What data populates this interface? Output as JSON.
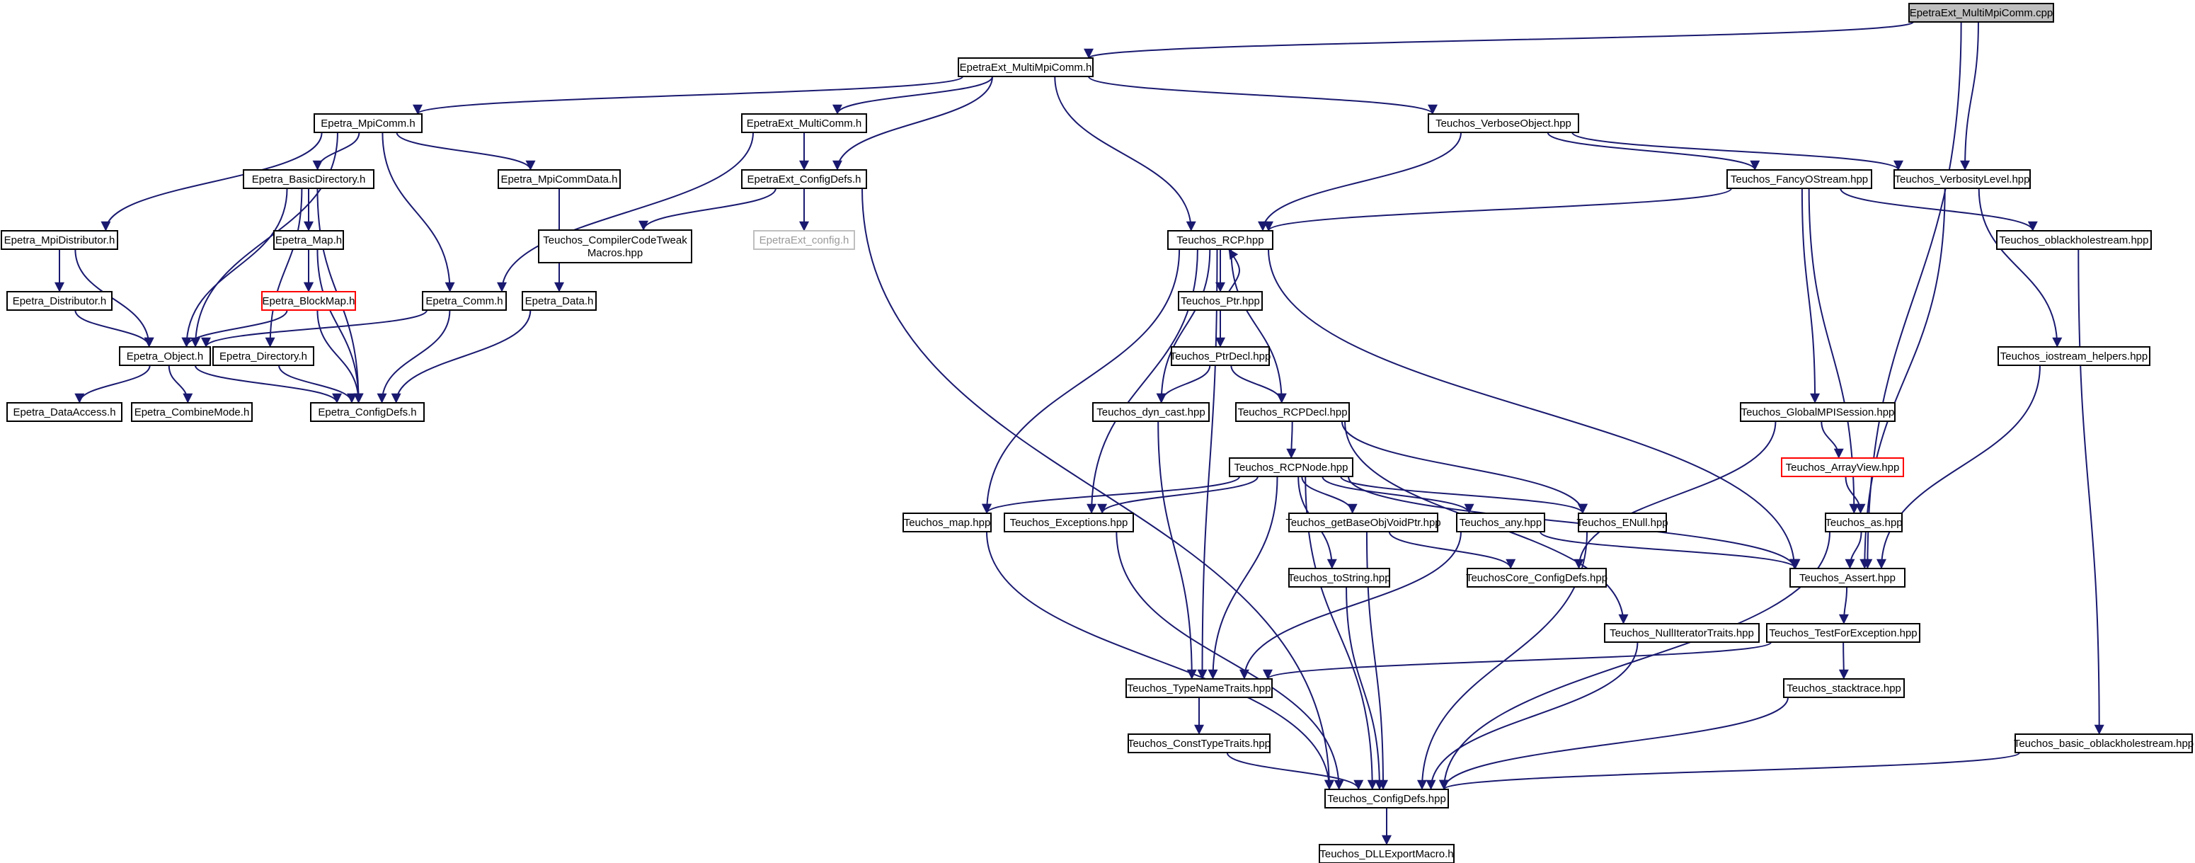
{
  "graph": {
    "title": "",
    "edge_color": "#191970",
    "incomplete_border_color": "#ff0000",
    "external_text_color": "#9a9a9a",
    "root_fill_color": "#bfbfbf",
    "nodes": [
      {
        "id": "root",
        "label": "EpetraExt_MultiMpiComm.cpp",
        "style": "root"
      },
      {
        "id": "mmc_h",
        "label": "EpetraExt_MultiMpiComm.h"
      },
      {
        "id": "mpicomm",
        "label": "Epetra_MpiComm.h"
      },
      {
        "id": "multicomm",
        "label": "EpetraExt_MultiComm.h"
      },
      {
        "id": "verbobj",
        "label": "Teuchos_VerboseObject.hpp"
      },
      {
        "id": "basicdir",
        "label": "Epetra_BasicDirectory.h"
      },
      {
        "id": "mpicommdata",
        "label": "Epetra_MpiCommData.h"
      },
      {
        "id": "extconfig",
        "label": "EpetraExt_ConfigDefs.h"
      },
      {
        "id": "fancy",
        "label": "Teuchos_FancyOStream.hpp"
      },
      {
        "id": "verblevel",
        "label": "Teuchos_VerbosityLevel.hpp"
      },
      {
        "id": "mpidist",
        "label": "Epetra_MpiDistributor.h"
      },
      {
        "id": "map",
        "label": "Epetra_Map.h"
      },
      {
        "id": "compilertweak",
        "label": "Teuchos_CompilerCodeTweak\nMacros.hpp"
      },
      {
        "id": "extconfig_h",
        "label": "EpetraExt_config.h",
        "style": "external"
      },
      {
        "id": "rcp",
        "label": "Teuchos_RCP.hpp"
      },
      {
        "id": "oblackhole",
        "label": "Teuchos_oblackholestream.hpp"
      },
      {
        "id": "distributor",
        "label": "Epetra_Distributor.h"
      },
      {
        "id": "blockmap",
        "label": "Epetra_BlockMap.h",
        "style": "incomplete"
      },
      {
        "id": "comm",
        "label": "Epetra_Comm.h"
      },
      {
        "id": "data",
        "label": "Epetra_Data.h"
      },
      {
        "id": "ptr",
        "label": "Teuchos_Ptr.hpp"
      },
      {
        "id": "object",
        "label": "Epetra_Object.h"
      },
      {
        "id": "directory",
        "label": "Epetra_Directory.h"
      },
      {
        "id": "iostream",
        "label": "Teuchos_iostream_helpers.hpp"
      },
      {
        "id": "ptrdecl",
        "label": "Teuchos_PtrDecl.hpp"
      },
      {
        "id": "dataaccess",
        "label": "Epetra_DataAccess.h"
      },
      {
        "id": "combinemode",
        "label": "Epetra_CombineMode.h"
      },
      {
        "id": "epconfig",
        "label": "Epetra_ConfigDefs.h"
      },
      {
        "id": "dyncast",
        "label": "Teuchos_dyn_cast.hpp"
      },
      {
        "id": "rcpdecl",
        "label": "Teuchos_RCPDecl.hpp"
      },
      {
        "id": "globalmpi",
        "label": "Teuchos_GlobalMPISession.hpp"
      },
      {
        "id": "rcpnode",
        "label": "Teuchos_RCPNode.hpp"
      },
      {
        "id": "arrayview",
        "label": "Teuchos_ArrayView.hpp",
        "style": "incomplete"
      },
      {
        "id": "tmap",
        "label": "Teuchos_map.hpp"
      },
      {
        "id": "exceptions",
        "label": "Teuchos_Exceptions.hpp"
      },
      {
        "id": "getbase",
        "label": "Teuchos_getBaseObjVoidPtr.hpp"
      },
      {
        "id": "any",
        "label": "Teuchos_any.hpp"
      },
      {
        "id": "enull",
        "label": "Teuchos_ENull.hpp"
      },
      {
        "id": "as",
        "label": "Teuchos_as.hpp"
      },
      {
        "id": "tostring",
        "label": "Teuchos_toString.hpp"
      },
      {
        "id": "coreconfig",
        "label": "TeuchosCore_ConfigDefs.hpp"
      },
      {
        "id": "assert",
        "label": "Teuchos_Assert.hpp"
      },
      {
        "id": "nulliter",
        "label": "Teuchos_NullIteratorTraits.hpp"
      },
      {
        "id": "testforexc",
        "label": "Teuchos_TestForException.hpp"
      },
      {
        "id": "typename",
        "label": "Teuchos_TypeNameTraits.hpp"
      },
      {
        "id": "stacktrace",
        "label": "Teuchos_stacktrace.hpp"
      },
      {
        "id": "consttype",
        "label": "Teuchos_ConstTypeTraits.hpp"
      },
      {
        "id": "basicblack",
        "label": "Teuchos_basic_oblackholestream.hpp"
      },
      {
        "id": "tconfig",
        "label": "Teuchos_ConfigDefs.hpp"
      },
      {
        "id": "dllexport",
        "label": "Teuchos_DLLExportMacro.h"
      }
    ],
    "edges": [
      [
        "root",
        "mmc_h"
      ],
      [
        "root",
        "verblevel"
      ],
      [
        "root",
        "assert"
      ],
      [
        "mmc_h",
        "mpicomm"
      ],
      [
        "mmc_h",
        "multicomm"
      ],
      [
        "mmc_h",
        "extconfig"
      ],
      [
        "mmc_h",
        "rcp"
      ],
      [
        "mmc_h",
        "verbobj"
      ],
      [
        "mpicomm",
        "mpidist"
      ],
      [
        "mpicomm",
        "basicdir"
      ],
      [
        "mpicomm",
        "object"
      ],
      [
        "mpicomm",
        "comm"
      ],
      [
        "mpicomm",
        "mpicommdata"
      ],
      [
        "multicomm",
        "extconfig"
      ],
      [
        "multicomm",
        "comm"
      ],
      [
        "verbobj",
        "fancy"
      ],
      [
        "verbobj",
        "verblevel"
      ],
      [
        "verbobj",
        "rcp"
      ],
      [
        "basicdir",
        "map"
      ],
      [
        "basicdir",
        "object"
      ],
      [
        "basicdir",
        "directory"
      ],
      [
        "basicdir",
        "epconfig"
      ],
      [
        "basicdir",
        "blockmap"
      ],
      [
        "mpicommdata",
        "data"
      ],
      [
        "extconfig",
        "compilertweak"
      ],
      [
        "extconfig",
        "extconfig_h"
      ],
      [
        "extconfig",
        "tconfig"
      ],
      [
        "fancy",
        "rcp"
      ],
      [
        "fancy",
        "oblackhole"
      ],
      [
        "fancy",
        "globalmpi"
      ],
      [
        "fancy",
        "as"
      ],
      [
        "verblevel",
        "iostream"
      ],
      [
        "verblevel",
        "assert"
      ],
      [
        "mpidist",
        "distributor"
      ],
      [
        "mpidist",
        "object"
      ],
      [
        "map",
        "blockmap"
      ],
      [
        "map",
        "epconfig"
      ],
      [
        "rcp",
        "ptr"
      ],
      [
        "rcp",
        "dyncast"
      ],
      [
        "rcp",
        "rcpdecl"
      ],
      [
        "rcp",
        "tmap"
      ],
      [
        "rcp",
        "exceptions"
      ],
      [
        "rcp",
        "typename"
      ],
      [
        "rcp",
        "assert"
      ],
      [
        "oblackhole",
        "basicblack"
      ],
      [
        "distributor",
        "object"
      ],
      [
        "blockmap",
        "object"
      ],
      [
        "blockmap",
        "epconfig"
      ],
      [
        "comm",
        "object"
      ],
      [
        "comm",
        "epconfig"
      ],
      [
        "data",
        "epconfig"
      ],
      [
        "ptr",
        "rcp"
      ],
      [
        "ptr",
        "ptrdecl"
      ],
      [
        "object",
        "dataaccess"
      ],
      [
        "object",
        "combinemode"
      ],
      [
        "object",
        "epconfig"
      ],
      [
        "directory",
        "epconfig"
      ],
      [
        "iostream",
        "assert"
      ],
      [
        "ptrdecl",
        "dyncast"
      ],
      [
        "ptrdecl",
        "rcpdecl"
      ],
      [
        "dyncast",
        "typename"
      ],
      [
        "rcpdecl",
        "rcpnode"
      ],
      [
        "rcpdecl",
        "enull"
      ],
      [
        "rcpdecl",
        "nulliter"
      ],
      [
        "globalmpi",
        "arrayview"
      ],
      [
        "globalmpi",
        "coreconfig"
      ],
      [
        "rcpnode",
        "tmap"
      ],
      [
        "rcpnode",
        "exceptions"
      ],
      [
        "rcpnode",
        "getbase"
      ],
      [
        "rcpnode",
        "any"
      ],
      [
        "rcpnode",
        "enull"
      ],
      [
        "rcpnode",
        "tostring"
      ],
      [
        "rcpnode",
        "typename"
      ],
      [
        "rcpnode",
        "assert"
      ],
      [
        "rcpnode",
        "tconfig"
      ],
      [
        "arrayview",
        "as"
      ],
      [
        "tmap",
        "tconfig"
      ],
      [
        "exceptions",
        "tconfig"
      ],
      [
        "getbase",
        "coreconfig"
      ],
      [
        "getbase",
        "tconfig"
      ],
      [
        "any",
        "typename"
      ],
      [
        "any",
        "assert"
      ],
      [
        "enull",
        "tconfig"
      ],
      [
        "as",
        "assert"
      ],
      [
        "as",
        "tconfig"
      ],
      [
        "tostring",
        "tconfig"
      ],
      [
        "assert",
        "testforexc"
      ],
      [
        "nulliter",
        "tconfig"
      ],
      [
        "testforexc",
        "typename"
      ],
      [
        "testforexc",
        "stacktrace"
      ],
      [
        "typename",
        "consttype"
      ],
      [
        "stacktrace",
        "tconfig"
      ],
      [
        "consttype",
        "tconfig"
      ],
      [
        "basicblack",
        "tconfig"
      ],
      [
        "tconfig",
        "dllexport"
      ]
    ]
  }
}
